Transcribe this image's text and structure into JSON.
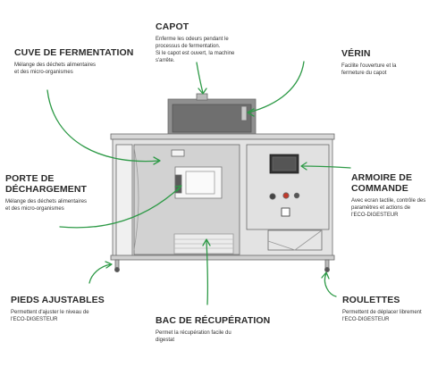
{
  "accent_color": "#2e9a47",
  "callouts": {
    "capot": {
      "title": "CAPOT",
      "lines": [
        "Enferme les odeurs pendant le",
        "processus de fermentation.",
        "Si le capot est ouvert, la machine",
        "s'arrête."
      ]
    },
    "verin": {
      "title": "VÉRIN",
      "lines": [
        "Facilite l'ouverture et la",
        "fermeture du capot"
      ]
    },
    "cuve": {
      "title_lines": [
        "CUVE DE",
        "FERMENTATION"
      ],
      "lines": [
        "Mélange des déchets alimentaires",
        "et des micro-organismes"
      ]
    },
    "porte": {
      "title_lines": [
        "PORTE DE",
        "DÉCHARGEMENT"
      ],
      "lines": [
        "Mélange des déchets alimentaires",
        "et des micro-organismes"
      ]
    },
    "armoire": {
      "title_lines": [
        "ARMOIRE DE",
        "COMMANDE"
      ],
      "lines": [
        "Avec ecran tactile, contrôle des",
        "paramètres et actions de",
        "l'ECO-DIGESTEUR"
      ]
    },
    "pieds": {
      "title": "PIEDS AJUSTABLES",
      "lines": [
        "Permettent d'ajuster le niveau de",
        "l'ECO-DIGESTEUR"
      ]
    },
    "bac": {
      "title": "BAC DE RÉCUPÉRATION",
      "lines": [
        "Permet la récupération facile du",
        "digestat"
      ]
    },
    "roulettes": {
      "title": "ROULETTES",
      "lines": [
        "Permettent de déplacer librement",
        "l'ECO-DIGESTEUR"
      ]
    }
  }
}
